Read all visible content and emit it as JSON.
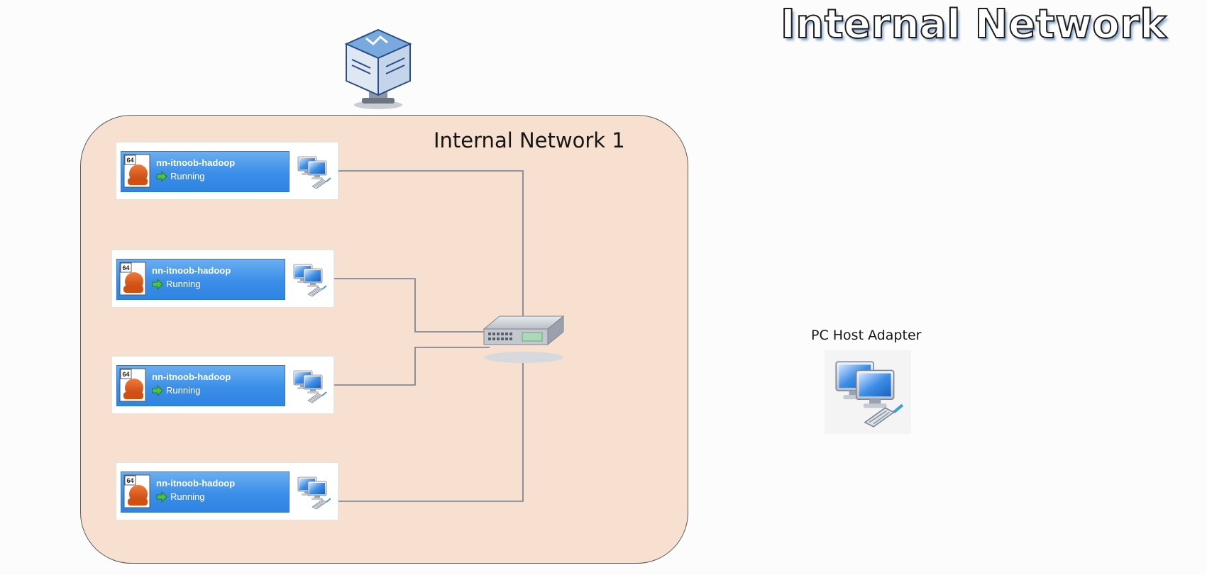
{
  "title": "Internal Network",
  "network": {
    "label": "Internal Network 1"
  },
  "vms": [
    {
      "name": "nn-itnoob-hadoop",
      "status": "Running",
      "os_badge": "64"
    },
    {
      "name": "nn-itnoob-hadoop",
      "status": "Running",
      "os_badge": "64"
    },
    {
      "name": "nn-itnoob-hadoop",
      "status": "Running",
      "os_badge": "64"
    },
    {
      "name": "nn-itnoob-hadoop",
      "status": "Running",
      "os_badge": "64"
    }
  ],
  "host_adapter": {
    "label": "PC Host Adapter"
  },
  "icons": {
    "logo": "virtualbox-logo-icon",
    "vm_os": "ubuntu-64-icon",
    "vm_state": "running-arrow-icon",
    "vm_net": "network-computers-icon",
    "switch": "network-switch-icon",
    "host": "network-computers-icon"
  },
  "colors": {
    "zone_fill": "#f8e0d0",
    "vm_bar": "#3b8ee8",
    "wire": "#6e7c92"
  }
}
